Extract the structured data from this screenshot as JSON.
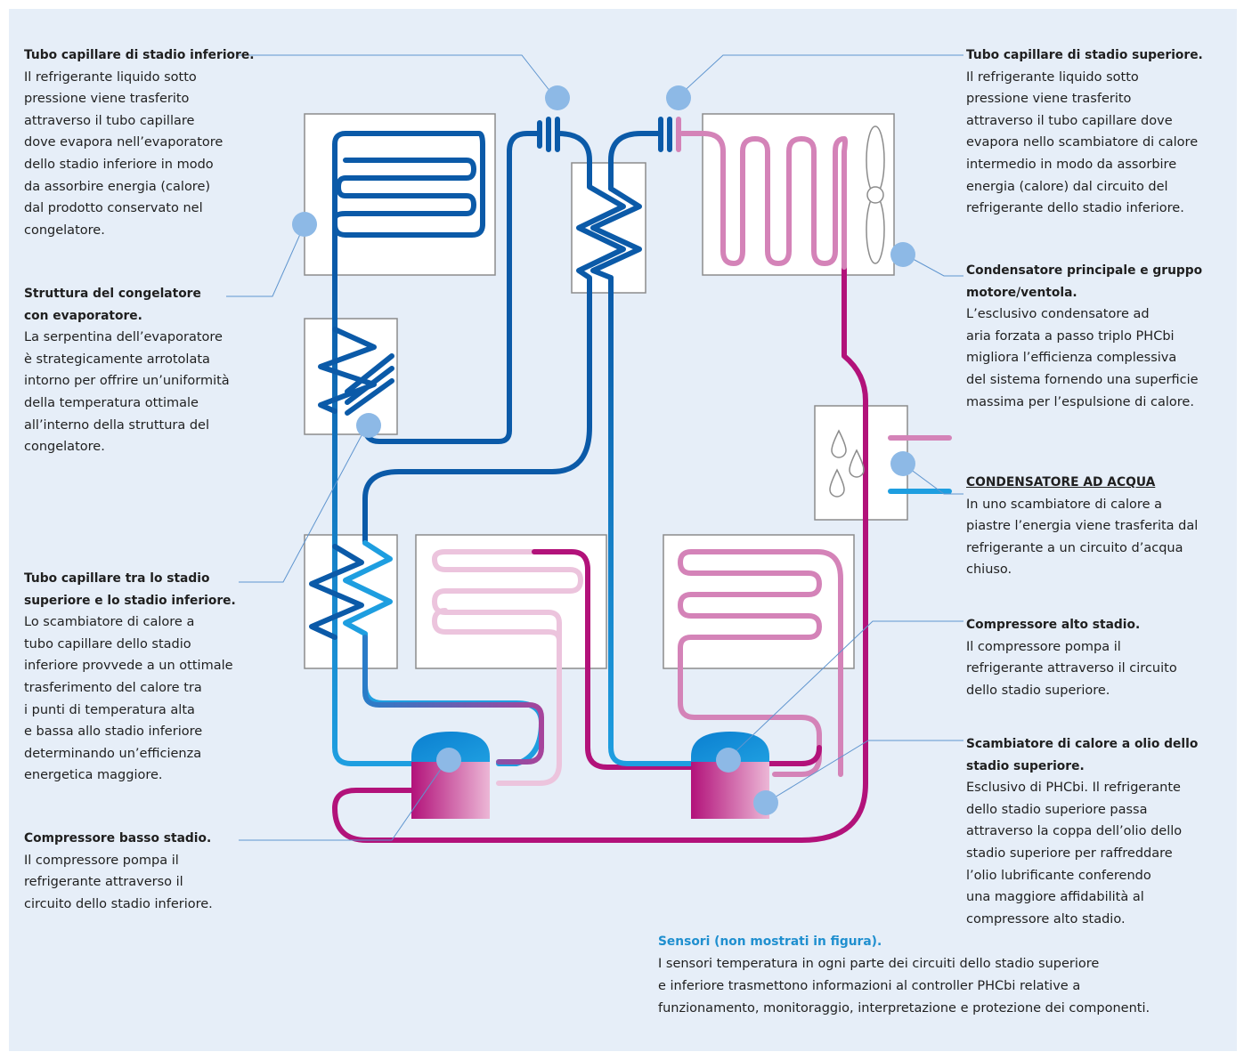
{
  "colors": {
    "background": "#e6eef8",
    "dark_blue": "#0b5aa8",
    "light_blue": "#1e9ee0",
    "magenta": "#b2127a",
    "pink": "#d483b8",
    "light_pink": "#ecc4dd",
    "marker": "#8db9e6",
    "leader": "#5f95cf",
    "title_blue": "#1f8fcf"
  },
  "callouts": {
    "low_capillary": {
      "title": "Tubo capillare di stadio inferiore.",
      "text": "Il refrigerante liquido sotto\npressione viene trasferito\nattraverso il tubo capillare\ndove evapora nell’evaporatore\ndello stadio inferiore in modo\nda assorbire energia (calore)\ndal prodotto conservato nel\ncongelatore."
    },
    "freezer_structure": {
      "title": "Struttura del congelatore\ncon evaporatore.",
      "text": "La serpentina dell’evaporatore\nè strategicamente arrotolata\nintorno per offrire un’uniformità\ndella temperatura ottimale\nall’interno della struttura del\ncongelatore."
    },
    "inter_stage_capillary": {
      "title": "Tubo capillare tra lo stadio\nsuperiore e lo stadio inferiore.",
      "text": "Lo scambiatore di calore a\ntubo capillare dello stadio\ninferiore provvede a un ottimale\ntrasferimento del calore tra\ni punti di temperatura alta\ne bassa allo stadio inferiore\ndeterminando un’efficienza\nenergetica maggiore."
    },
    "low_compressor": {
      "title": "Compressore basso stadio.",
      "text": "Il compressore pompa il\nrefrigerante attraverso il\ncircuito dello stadio inferiore."
    },
    "high_capillary": {
      "title": "Tubo capillare di stadio superiore.",
      "text": "Il refrigerante liquido sotto\npressione viene trasferito\nattraverso il tubo capillare dove\nevapora nello scambiatore di calore\nintermedio in modo da assorbire\nenergia (calore) dal circuito del\nrefrigerante dello stadio inferiore."
    },
    "main_condenser": {
      "title": "Condensatore principale e gruppo\nmotore/ventola.",
      "text": "L’esclusivo condensatore ad\naria forzata a passo triplo PHCbi\nmigliora l’efficienza complessiva\ndel sistema fornendo una superficie\nmassima per l’espulsione di calore."
    },
    "water_condenser": {
      "title": "CONDENSATORE AD ACQUA",
      "text": "In uno scambiatore di calore a\npiastre l’energia viene trasferita dal\nrefrigerante a un circuito d’acqua\nchiuso."
    },
    "high_compressor": {
      "title": "Compressore alto stadio.",
      "text": "Il compressore pompa il\nrefrigerante attraverso il circuito\ndello stadio superiore."
    },
    "oil_exchanger": {
      "title": "Scambiatore di calore a olio dello\nstadio superiore.",
      "text": "Esclusivo di PHCbi. Il refrigerante\ndello stadio superiore passa\nattraverso la coppa dell’olio dello\nstadio superiore per raffreddare\nl’olio lubrificante conferendo\nuna maggiore affidabilità al\ncompressore alto stadio."
    },
    "sensors": {
      "title": "Sensori (non mostrati in figura).",
      "text": "I sensori temperatura in ogni parte dei circuiti dello stadio superiore\ne inferiore trasmettono informazioni al controller PHCbi relative a\nfunzionamento, monitoraggio, interpretazione e protezione dei componenti."
    }
  }
}
